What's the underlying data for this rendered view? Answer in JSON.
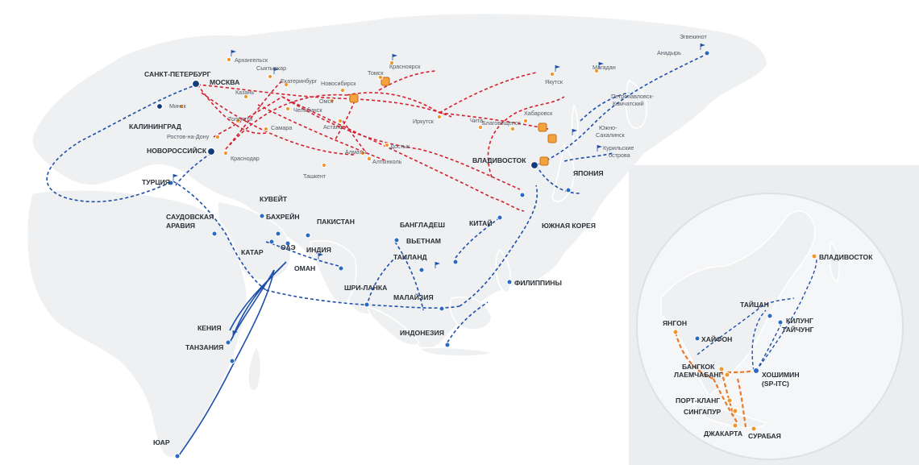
{
  "colors": {
    "sea_route": "#1d4fa8",
    "rail_route": "#d3202f",
    "inset_route": "#ea7a2b",
    "terminal": "#f4a23c",
    "land": "#eef0f2"
  },
  "icons": {
    "flag": "port-flag-icon",
    "terminal": "terminal-square-icon"
  },
  "main_map": {
    "ports": [
      {
        "label": "САНКТ-ПЕТЕРБУРГ"
      },
      {
        "label": "МОСКВА"
      },
      {
        "label": "КАЛИНИНГРАД"
      },
      {
        "label": "НОВОРОССИЙСК"
      },
      {
        "label": "ТУРЦИЯ"
      },
      {
        "label": "САУДОВСКАЯ"
      },
      {
        "label": "АРАВИЯ"
      },
      {
        "label": "КУВЕЙТ"
      },
      {
        "label": "БАХРЕЙН"
      },
      {
        "label": "ПАКИСТАН"
      },
      {
        "label": "КАТАР"
      },
      {
        "label": "ОАЭ"
      },
      {
        "label": "ИНДИЯ"
      },
      {
        "label": "ОМАН"
      },
      {
        "label": "ШРИ-ЛАНКА"
      },
      {
        "label": "БАНГЛАДЕШ"
      },
      {
        "label": "ВЬЕТНАМ"
      },
      {
        "label": "ТАИЛАНД"
      },
      {
        "label": "МАЛАЙЗИЯ"
      },
      {
        "label": "ИНДОНЕЗИЯ"
      },
      {
        "label": "ФИЛИППИНЫ"
      },
      {
        "label": "КИТАЙ"
      },
      {
        "label": "ЮЖНАЯ КОРЕЯ"
      },
      {
        "label": "ЯПОНИЯ"
      },
      {
        "label": "ВЛАДИВОСТОК"
      },
      {
        "label": "КЕНИЯ"
      },
      {
        "label": "ТАНЗАНИЯ"
      },
      {
        "label": "ЮАР"
      }
    ],
    "cities": [
      {
        "label": "Архангельск"
      },
      {
        "label": "Сыктывкар"
      },
      {
        "label": "Минск"
      },
      {
        "label": "Казань"
      },
      {
        "label": "Екатеринбург"
      },
      {
        "label": "Челябинск"
      },
      {
        "label": "Тольятти"
      },
      {
        "label": "Самара"
      },
      {
        "label": "Ростов-на-Дону"
      },
      {
        "label": "Краснодар"
      },
      {
        "label": "Новосибирск"
      },
      {
        "label": "Томск"
      },
      {
        "label": "Красноярск"
      },
      {
        "label": "Омск"
      },
      {
        "label": "Астана"
      },
      {
        "label": "Алматы"
      },
      {
        "label": "Алтынколь"
      },
      {
        "label": "Достык"
      },
      {
        "label": "Ташкент"
      },
      {
        "label": "Иркутск"
      },
      {
        "label": "Чита"
      },
      {
        "label": "Благовещенск"
      },
      {
        "label": "Хабаровск"
      },
      {
        "label": "Якутск"
      },
      {
        "label": "Магадан"
      },
      {
        "label": "Петропавловск-"
      },
      {
        "label": "Камчатский"
      },
      {
        "label": "Южно-"
      },
      {
        "label": "Сахалинск"
      },
      {
        "label": "Курильские"
      },
      {
        "label": "острова"
      },
      {
        "label": "Эгвекинот"
      },
      {
        "label": "Анадырь"
      }
    ]
  },
  "inset_map": {
    "ports": [
      {
        "label": "ВЛАДИВОСТОК"
      },
      {
        "label": "ТАЙЦАН"
      },
      {
        "label": "КИЛУНГ"
      },
      {
        "label": "ТАЙЧУНГ"
      },
      {
        "label": "ХАЙФОН"
      },
      {
        "label": "ЯНГОН"
      },
      {
        "label": "БАНГКОК"
      },
      {
        "label": "ЛАЕМЧАБАНГ"
      },
      {
        "label": "ХОШИМИН"
      },
      {
        "label": "(SP-ITC)"
      },
      {
        "label": "ПОРТ-КЛАНГ"
      },
      {
        "label": "СИНГАПУР"
      },
      {
        "label": "ДЖАКАРТА"
      },
      {
        "label": "СУРАБАЯ"
      }
    ]
  }
}
